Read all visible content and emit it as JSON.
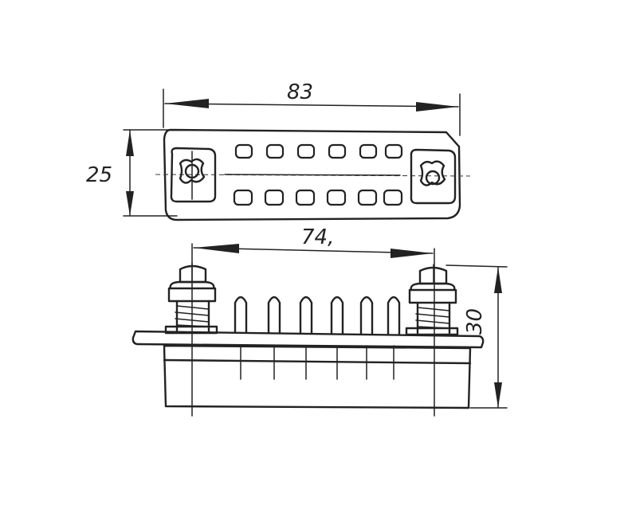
{
  "dimensions": {
    "length_top": "83",
    "height_top": "25",
    "pitch_screws": "74,",
    "height_side": "30"
  },
  "colors": {
    "ink": "#222222",
    "background": "#ffffff"
  },
  "view_top": {
    "pin_rows": 2,
    "pins_per_row": 6
  },
  "view_side": {
    "pins": 6
  }
}
